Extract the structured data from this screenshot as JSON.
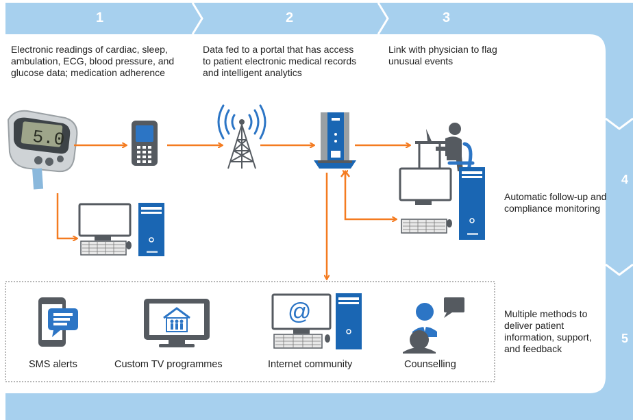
{
  "colors": {
    "band": "#a7d0ee",
    "arrow": "#f47b20",
    "device_blue": "#1a66b3",
    "icon_blue": "#2c75c5",
    "icon_gray": "#555a60"
  },
  "steps": [
    {
      "number": "1",
      "text": "Electronic readings of cardiac, sleep, ambulation, ECG, blood pressure, and glucose data; medication adherence"
    },
    {
      "number": "2",
      "text": "Data fed to a portal that has access to patient electronic medical records and intelligent analytics"
    },
    {
      "number": "3",
      "text": "Link with physician to flag unusual events"
    },
    {
      "number": "4",
      "text": "Automatic follow-up and compliance monitoring"
    },
    {
      "number": "5",
      "text": "Multiple methods to deliver patient information, support, and feedback"
    }
  ],
  "channels": [
    {
      "label": "SMS alerts",
      "icon": "sms-phone-icon"
    },
    {
      "label": "Custom TV programmes",
      "icon": "tv-community-icon"
    },
    {
      "label": "Internet community",
      "icon": "internet-computer-icon"
    },
    {
      "label": "Counselling",
      "icon": "counsellor-icon"
    }
  ],
  "devices": {
    "glucose_meter": {
      "icon": "glucose-meter-icon",
      "display": "5.0"
    },
    "phone": {
      "icon": "mobile-phone-icon"
    },
    "tower": {
      "icon": "radio-tower-icon"
    },
    "server": {
      "icon": "server-portal-icon"
    },
    "physician": {
      "icon": "physician-at-desk-icon"
    },
    "patient_pc": {
      "icon": "desktop-computer-icon"
    },
    "monitor_pc": {
      "icon": "desktop-computer-icon"
    }
  }
}
